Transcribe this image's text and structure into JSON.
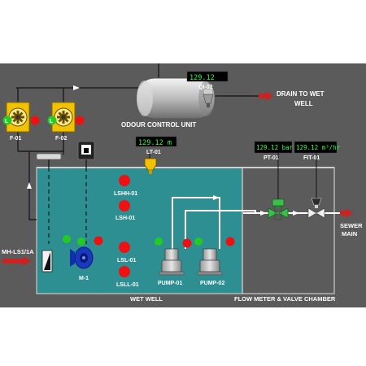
{
  "title": "ODOUR CONTROL UNIT",
  "drain_label_1": "DRAIN TO WET",
  "drain_label_2": "WELL",
  "inlet_label": "MH-LS1/1A",
  "sewer_label_1": "SEWER",
  "sewer_label_2": "MAIN",
  "wet_well_label": "WET WELL",
  "chamber_label": "FLOW METER & VALVE CHAMBER",
  "fans": [
    {
      "tag": "F-01",
      "status": "L"
    },
    {
      "tag": "F-02",
      "status": "L"
    }
  ],
  "indicators": {
    "qi": {
      "tag": "QI-02",
      "value": "129.12"
    },
    "lt": {
      "tag": "LT-01",
      "value": "129.12 m"
    },
    "pt": {
      "tag": "PT-01",
      "value": "129.12 bar"
    },
    "fit": {
      "tag": "FIT-01",
      "value": "129.12 m³/hr"
    }
  },
  "level_switches": [
    "LSHH-01",
    "LSH-01",
    "LSL-01",
    "LSLL-01"
  ],
  "mixer": {
    "tag": "M-1",
    "status": "L"
  },
  "pumps": [
    {
      "tag": "PUMP-01",
      "status": "L"
    },
    {
      "tag": "PUMP-02",
      "status": "L"
    }
  ],
  "colors": {
    "background": "#5b5b5b",
    "wet_well": "#2e8f93",
    "display_text": "#33ff44",
    "alarm_red": "#ee1111",
    "status_green": "#22cc22",
    "valve_green": "#3bbf4a"
  }
}
